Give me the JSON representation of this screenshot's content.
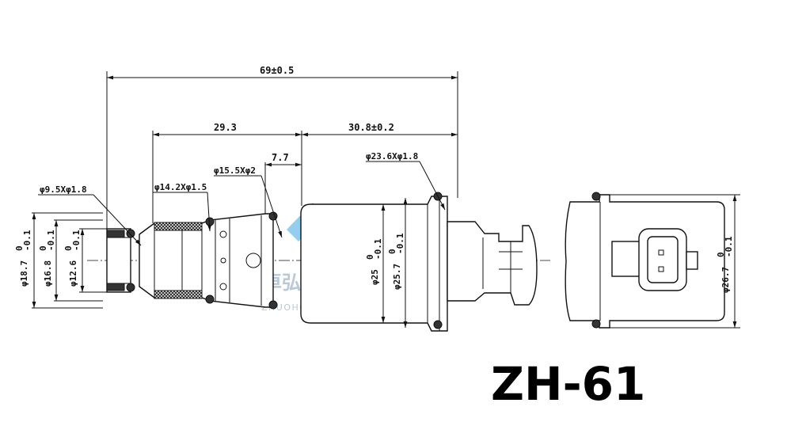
{
  "title": "ZH-61",
  "watermark": {
    "chinese": "卓弘科技",
    "english": "ZHUOHONG KEJI",
    "colors": {
      "blue": "#7fc6ea",
      "green": "#c8e08c"
    }
  },
  "dimensions": {
    "overall_length": "69±0.5",
    "body_length": "29.3",
    "short_length": "7.7",
    "coil_length": "30.8±0.2",
    "oring_1": "φ9.5Xφ1.8",
    "oring_2": "φ14.2Xφ1.5",
    "oring_3": "φ15.5Xφ2",
    "oring_4": "φ23.6Xφ1.8"
  },
  "diameters": {
    "d18_7": {
      "main": "φ18.7",
      "tol": "-0.1",
      "upper": "0"
    },
    "d16_8": {
      "main": "φ16.8",
      "tol": "-0.1",
      "upper": "0"
    },
    "d12_6": {
      "main": "φ12.6",
      "tol": "-0.1",
      "upper": "0"
    },
    "d25": {
      "main": "φ25",
      "tol": "-0.1",
      "upper": "0"
    },
    "d25_7": {
      "main": "φ25.7",
      "tol": "-0.1",
      "upper": "0"
    },
    "d26_7": {
      "main": "φ26.7",
      "tol": "-0.1",
      "upper": "0"
    }
  }
}
